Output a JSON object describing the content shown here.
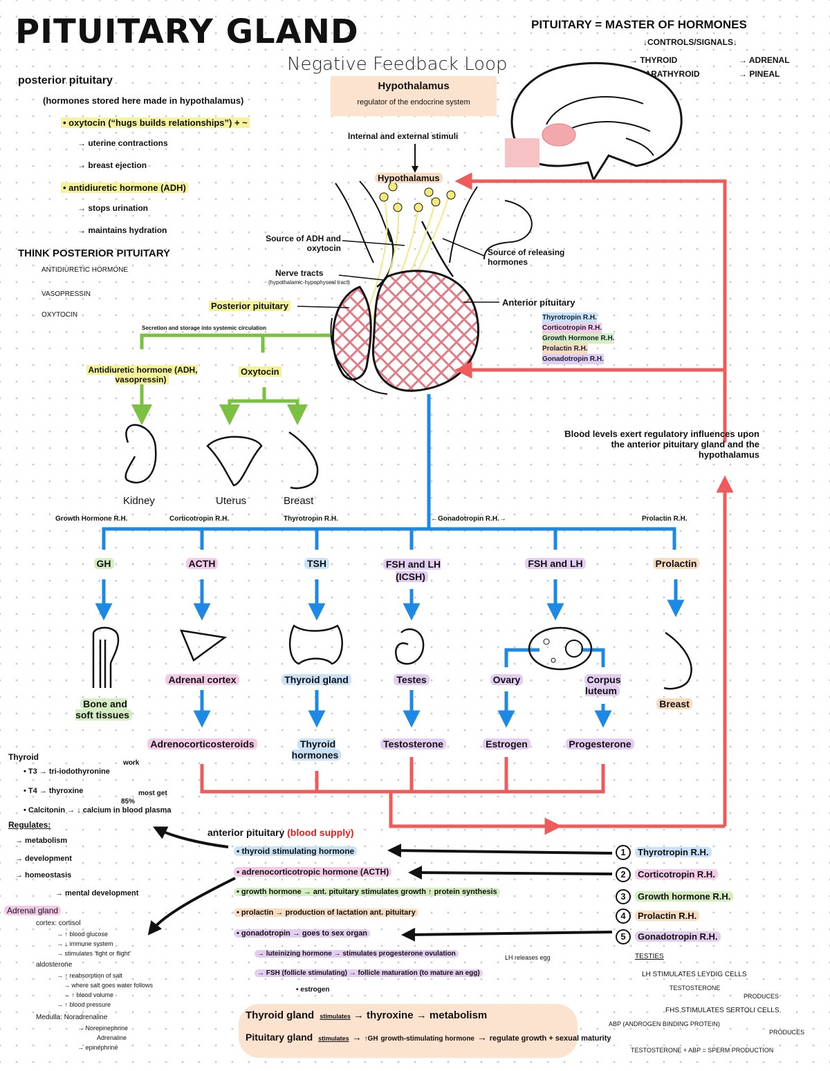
{
  "title": "PITUITARY GLAND",
  "subtitle": "Negative Feedback Loop",
  "master": {
    "heading": "PITUITARY = MASTER OF HORMONES",
    "sub": "↓CONTROLS/SIGNALS↓",
    "items": [
      "→ THYROID",
      "→ PARATHYROID",
      "→ ADRENAL",
      "→ PINEAL"
    ]
  },
  "posterior_notes": {
    "heading": "posterior pituitary",
    "note": "(hormones stored here made in hypothalamus)",
    "oxytocin": "• oxytocin (“hugs builds relationships”) + ~",
    "oxy_items": [
      "→ uterine contractions",
      "→ breast ejection"
    ],
    "adh": "• antidiuretic hormone (ADH)",
    "adh_items": [
      "→ stops urination",
      "→ maintains hydration"
    ],
    "think": "THINK POSTERIOR PITUITARY",
    "mnemonic": [
      "ANTIDIURETIC HORMONE",
      "VASOPRESSIN",
      "OXYTOCIN"
    ]
  },
  "hypothalamus_box": {
    "label": "Hypothalamus",
    "sub": "regulator of the endocrine system"
  },
  "stimuli": "Internal and external stimuli",
  "hypothalamus_small": "Hypothalamus",
  "gland_labels": {
    "source_adh": "Source of ADH and oxytocin",
    "nerve_tracts": "Nerve tracts",
    "nerve_sub": "(hypothalamic-hypophyseal tract)",
    "source_rh": "Source of releasing hormones",
    "posterior": "Posterior pituitary",
    "anterior": "Anterior pituitary",
    "release_note": "Secretion and storage into systemic circulation",
    "anterior_rh": [
      "Thyrotropin R.H.",
      "Corticotropin R.H.",
      "Growth Hormone R.H.",
      "Prolactin R.H.",
      "Gonadotropin R.H."
    ]
  },
  "posterior_targets": {
    "adh": "Antidiuretic hormone (ADH, vasopressin)",
    "oxytocin": "Oxytocin",
    "organs": [
      "Kidney",
      "Uterus",
      "Breast"
    ]
  },
  "feedback_note": "Blood levels exert regulatory influences upon the anterior pituitary gland and the hypothalamus",
  "releasing_row": [
    "Growth Hormone R.H.",
    "Corticotropin R.H.",
    "Thyrotropin R.H.",
    "←Gonadotropin R.H.→",
    "Prolactin R.H."
  ],
  "hormones": [
    "GH",
    "ACTH",
    "TSH",
    "FSH and LH (ICSH)",
    "FSH and LH",
    "Prolactin"
  ],
  "targets": [
    "Bone and soft tissues",
    "Adrenal cortex",
    "Thyroid gland",
    "Testes",
    "Ovary",
    "Corpus luteum",
    "Breast"
  ],
  "products": [
    "Adrenocorticosteroids",
    "Thyroid hormones",
    "Testosterone",
    "Estrogen",
    "Progesterone"
  ],
  "thyroid_notes": {
    "heading": "Thyroid",
    "items": [
      "• T3 → tri-iodothyronine",
      "• T4 → thyroxine",
      "• Calcitonin → ↓ calcium in blood plasma"
    ],
    "side1": "work",
    "side2": "most get",
    "side3": "85%",
    "regulates": "Regulates:",
    "reg_items": [
      "→ metabolism",
      "→ development",
      "→ homeostasis"
    ],
    "mental": "→ mental development"
  },
  "adrenal_notes": {
    "heading": "Adrenal gland",
    "cortex": "cortex: cortisol",
    "cortex_items": [
      "→ ↑ blood glucose",
      "→ ↓ immune system",
      "→ stimulates 'fight or flight'"
    ],
    "aldo": "aldosterone",
    "aldo_items": [
      "→ ↑ reabsorption of salt",
      "→ where salt goes water follows",
      "→ ↑ blood volume",
      "→ ↑ blood pressure"
    ],
    "medulla": "Medulla: Noradrenaline",
    "medulla_items": [
      "→ Norepinephrine",
      "Adrenaline",
      "→ epinephrine"
    ]
  },
  "anterior_notes": {
    "heading": "anterior pituitary",
    "tag": "(blood supply)",
    "items": [
      "• thyroid stimulating hormone",
      "• adrenocorticotropic hormone (ACTH)",
      "• growth hormone → ant. pituitary stimulates growth ↑ protein synthesis",
      "• prolactin → production of lactation ant. pituitary",
      "• gonadotropin → goes to sex organ"
    ],
    "sub_items": [
      "→ luteinizing hormone → stimulates progesterone ovulation",
      "→ FSH (follicle stimulating) → follicle maturation (to mature an egg)",
      "• estrogen"
    ],
    "lh_note": "LH releases egg"
  },
  "rh_list": [
    "Thyrotropin R.H.",
    "Corticotropin R.H.",
    "Growth hormone R.H.",
    "Prolactin R.H.",
    "Gonadotropin R.H."
  ],
  "rh_nums": [
    "1",
    "2",
    "3",
    "4",
    "5"
  ],
  "testes_notes": {
    "heading": "TESTIES",
    "items": [
      "LH STIMULATES LEYDIG CELLS",
      "TESTOSTERONE",
      "PRODUCES",
      "FHS STIMULATES SERTOLI CELLS",
      "ABP (ANDROGEN BINDING PROTEIN)",
      "PRODUCES",
      "TESTOSTERONE + ABP = SPERM PRODUCTION"
    ]
  },
  "summary": {
    "line1": [
      "Thyroid gland",
      "stimulates",
      "thyroxine",
      "metabolism"
    ],
    "line2": [
      "Pituitary gland",
      "stimulates",
      "↑GH",
      "growth-stimulating hormone",
      "regulate growth + sexual maturity"
    ]
  },
  "colors": {
    "green": "#7ac142",
    "blue": "#1e88e5",
    "red": "#ef5a5a",
    "tissue": "#e9a7ae"
  }
}
